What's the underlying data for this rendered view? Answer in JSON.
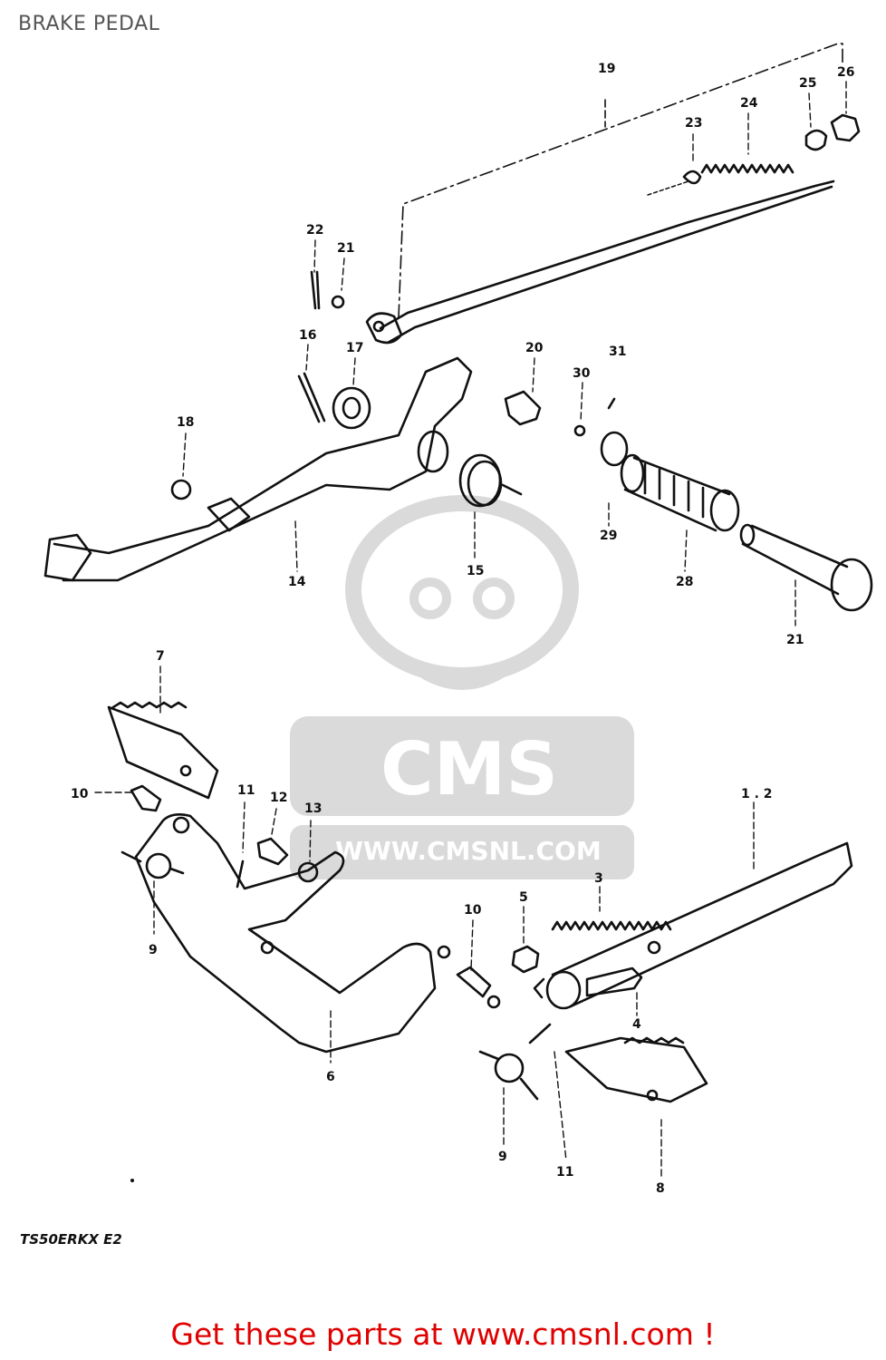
{
  "page": {
    "title": "BRAKE PEDAL"
  },
  "model_code": "TS50ERKX E2",
  "watermark": {
    "logo_text": "CMS",
    "url_text": "WWW.CMSNL.COM"
  },
  "promo": {
    "text": "Get these parts at www.cmsnl.com !",
    "color": "#e00000"
  },
  "callouts": {
    "c19": "19",
    "c23": "23",
    "c24": "24",
    "c25": "25",
    "c26": "26",
    "c22": "22",
    "c21a": "21",
    "c16": "16",
    "c17": "17",
    "c20": "20",
    "c30": "30",
    "c31": "31",
    "c18": "18",
    "c29": "29",
    "c15": "15",
    "c14": "14",
    "c28": "28",
    "c21b": "21",
    "c7": "7",
    "c10a": "10",
    "c11a": "11",
    "c12": "12",
    "c13": "13",
    "c12b": "1 . 2",
    "c3": "3",
    "c9a": "9",
    "c5": "5",
    "c10b": "10",
    "c6": "6",
    "c4": "4",
    "c9b": "9",
    "c11b": "11",
    "c8": "8"
  }
}
